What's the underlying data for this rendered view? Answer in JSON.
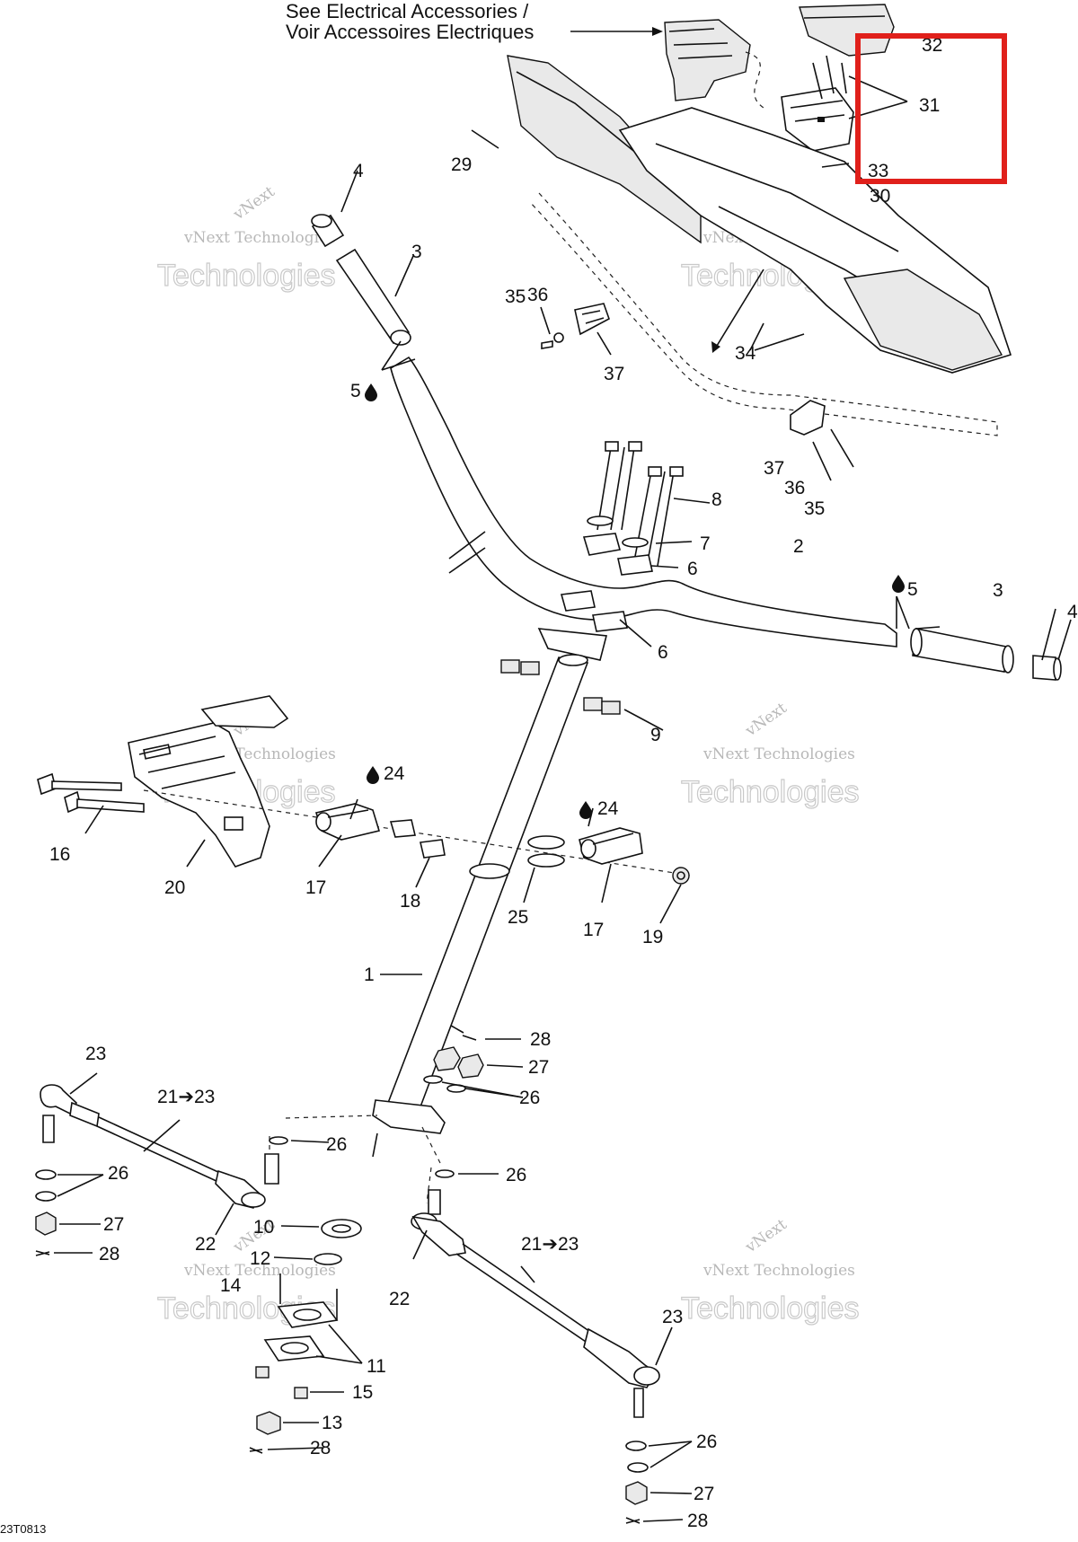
{
  "header": {
    "reference_line1": "See Electrical Accessories  /",
    "reference_line2": "Voir Accessoires Electriques"
  },
  "labels": {
    "l1": "1",
    "l2": "2",
    "l3a": "3",
    "l3b": "3",
    "l4a": "4",
    "l4b": "4",
    "l5a": "5",
    "l5b": "5",
    "l6a": "6",
    "l6b": "6",
    "l7": "7",
    "l8": "8",
    "l9": "9",
    "l10": "10",
    "l11": "11",
    "l12": "12",
    "l13": "13",
    "l14": "14",
    "l15": "15",
    "l16": "16",
    "l17a": "17",
    "l17b": "17",
    "l18": "18",
    "l19": "19",
    "l20": "20",
    "l21a": "21➔23",
    "l21b": "21➔23",
    "l22a": "22",
    "l22b": "22",
    "l23a": "23",
    "l23b": "23",
    "l24a": "24",
    "l24b": "24",
    "l25": "25",
    "l26a": "26",
    "l26b": "26",
    "l26c": "26",
    "l26d": "26",
    "l26e": "26",
    "l27a": "27",
    "l27b": "27",
    "l27c": "27",
    "l28a": "28",
    "l28b": "28",
    "l28c": "28",
    "l28d": "28",
    "l29": "29",
    "l30": "30",
    "l31": "31",
    "l32": "32",
    "l33": "33",
    "l34": "34",
    "l35a": "35",
    "l35b": "35",
    "l36a": "36",
    "l36b": "36",
    "l37a": "37",
    "l37b": "37"
  },
  "watermark": {
    "line1": "vNext Technologies",
    "line2": "Technologies",
    "arc": "vNext"
  },
  "diagram_code": "23T0813",
  "highlight_color": "#e0201b"
}
